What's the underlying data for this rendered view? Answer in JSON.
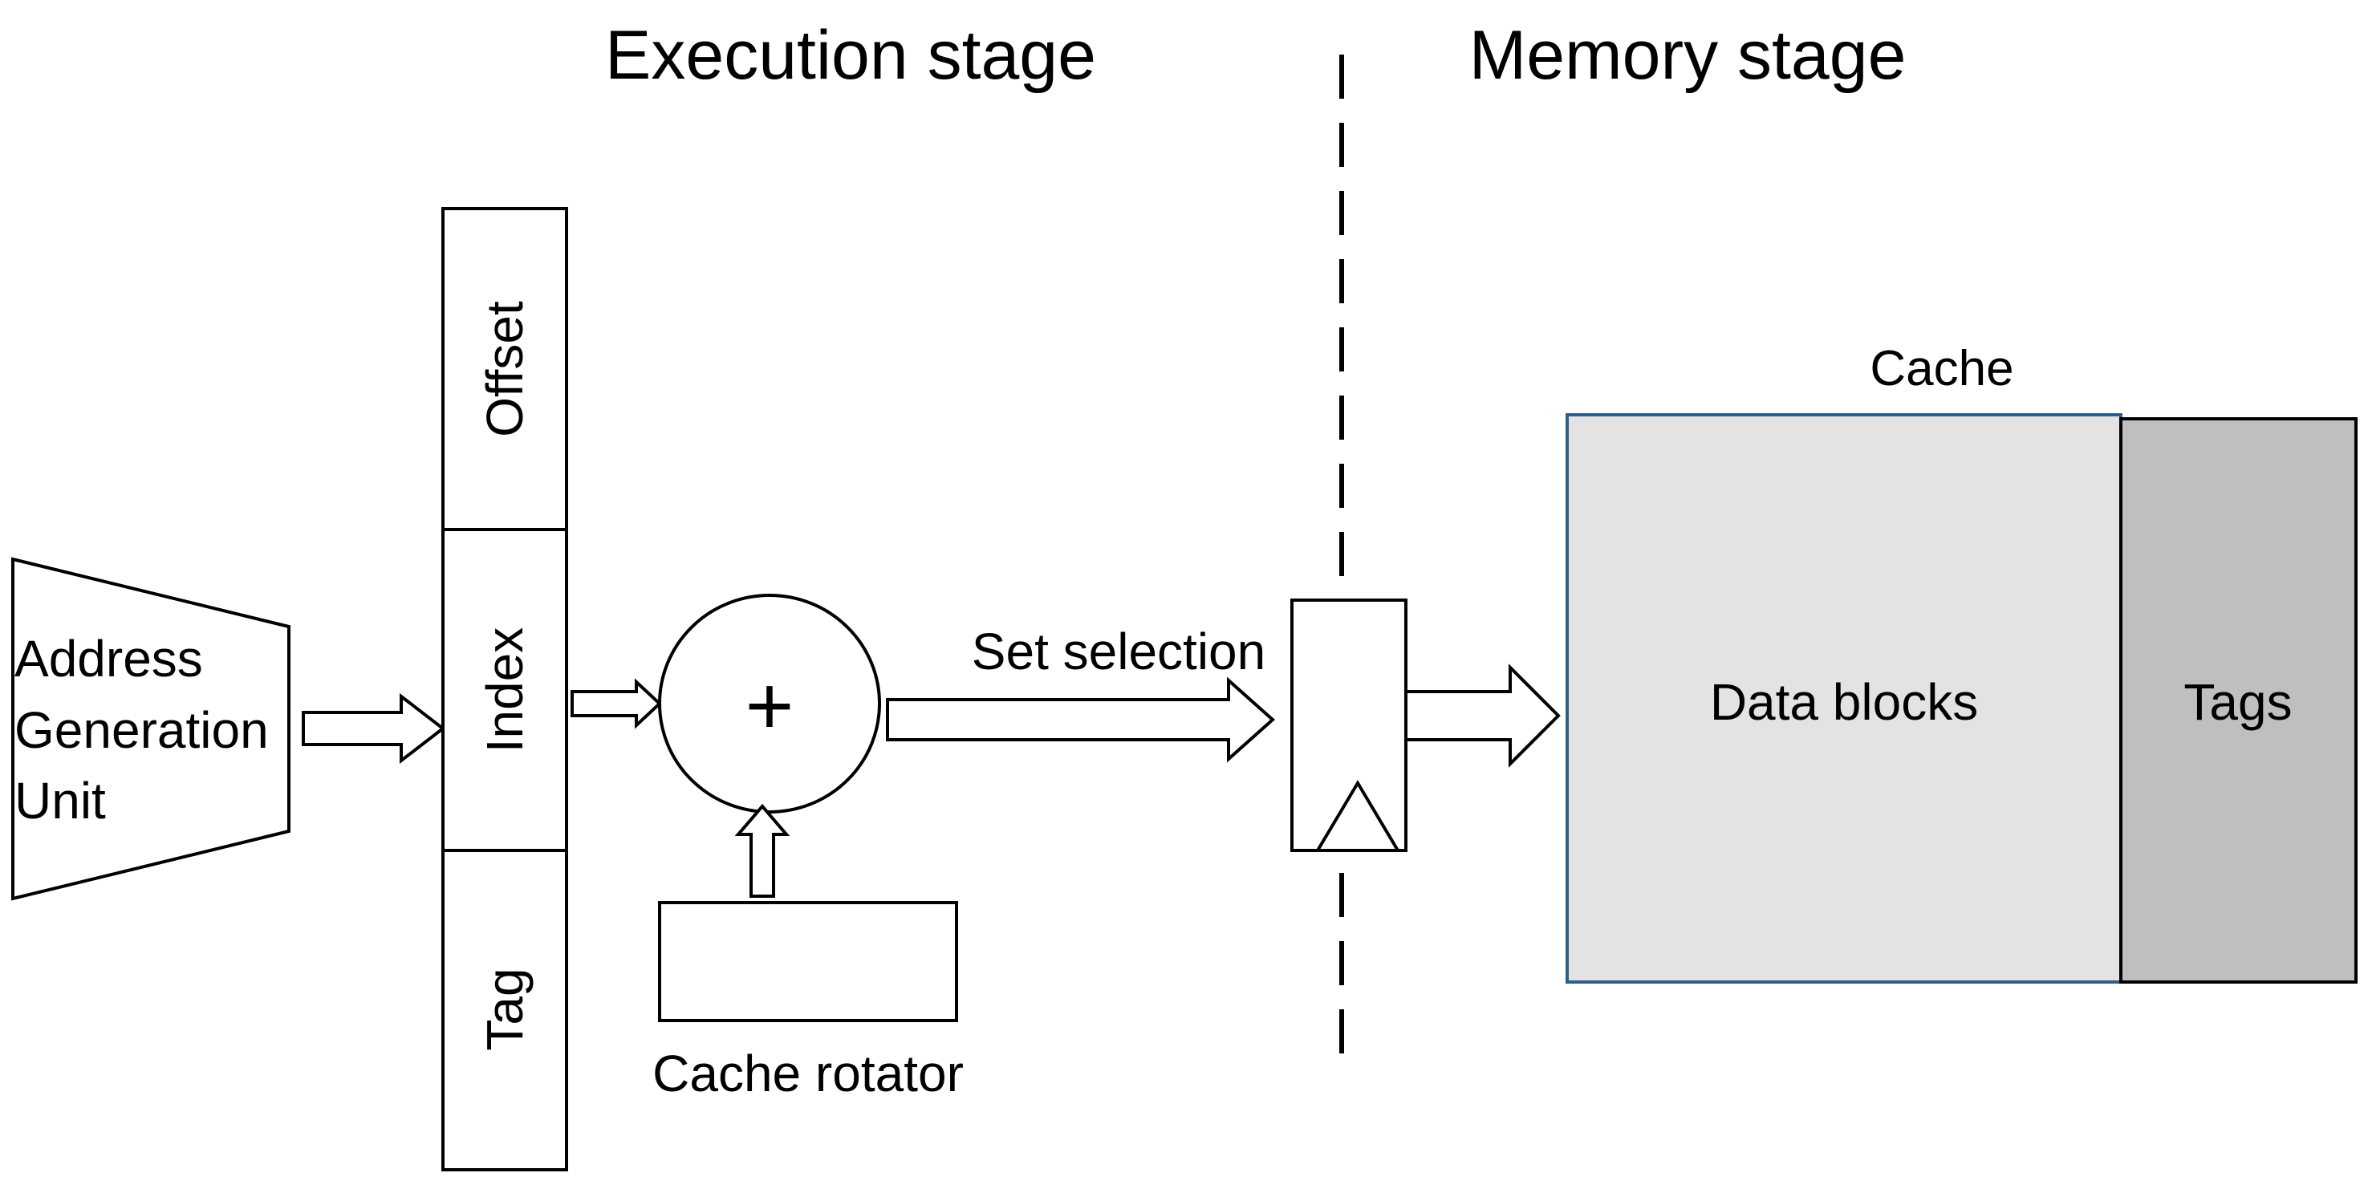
{
  "stages": {
    "execution": "Execution stage",
    "memory": "Memory stage"
  },
  "agu": {
    "line1": "Address",
    "line2": "Generation",
    "line3": "Unit"
  },
  "address_fields": {
    "offset": "Offset",
    "index": "Index",
    "tag": "Tag"
  },
  "adder": {
    "symbol": "+"
  },
  "rotator": {
    "label": "Cache rotator"
  },
  "set_selection": {
    "label": "Set selection"
  },
  "cache": {
    "title": "Cache",
    "data_blocks": "Data blocks",
    "tags": "Tags"
  },
  "colors": {
    "data_blocks_fill": "#e3e3e3",
    "tags_fill": "#bfbfbf",
    "cache_border": "#2e5f8a",
    "text_on_cache": "#ffffff"
  }
}
